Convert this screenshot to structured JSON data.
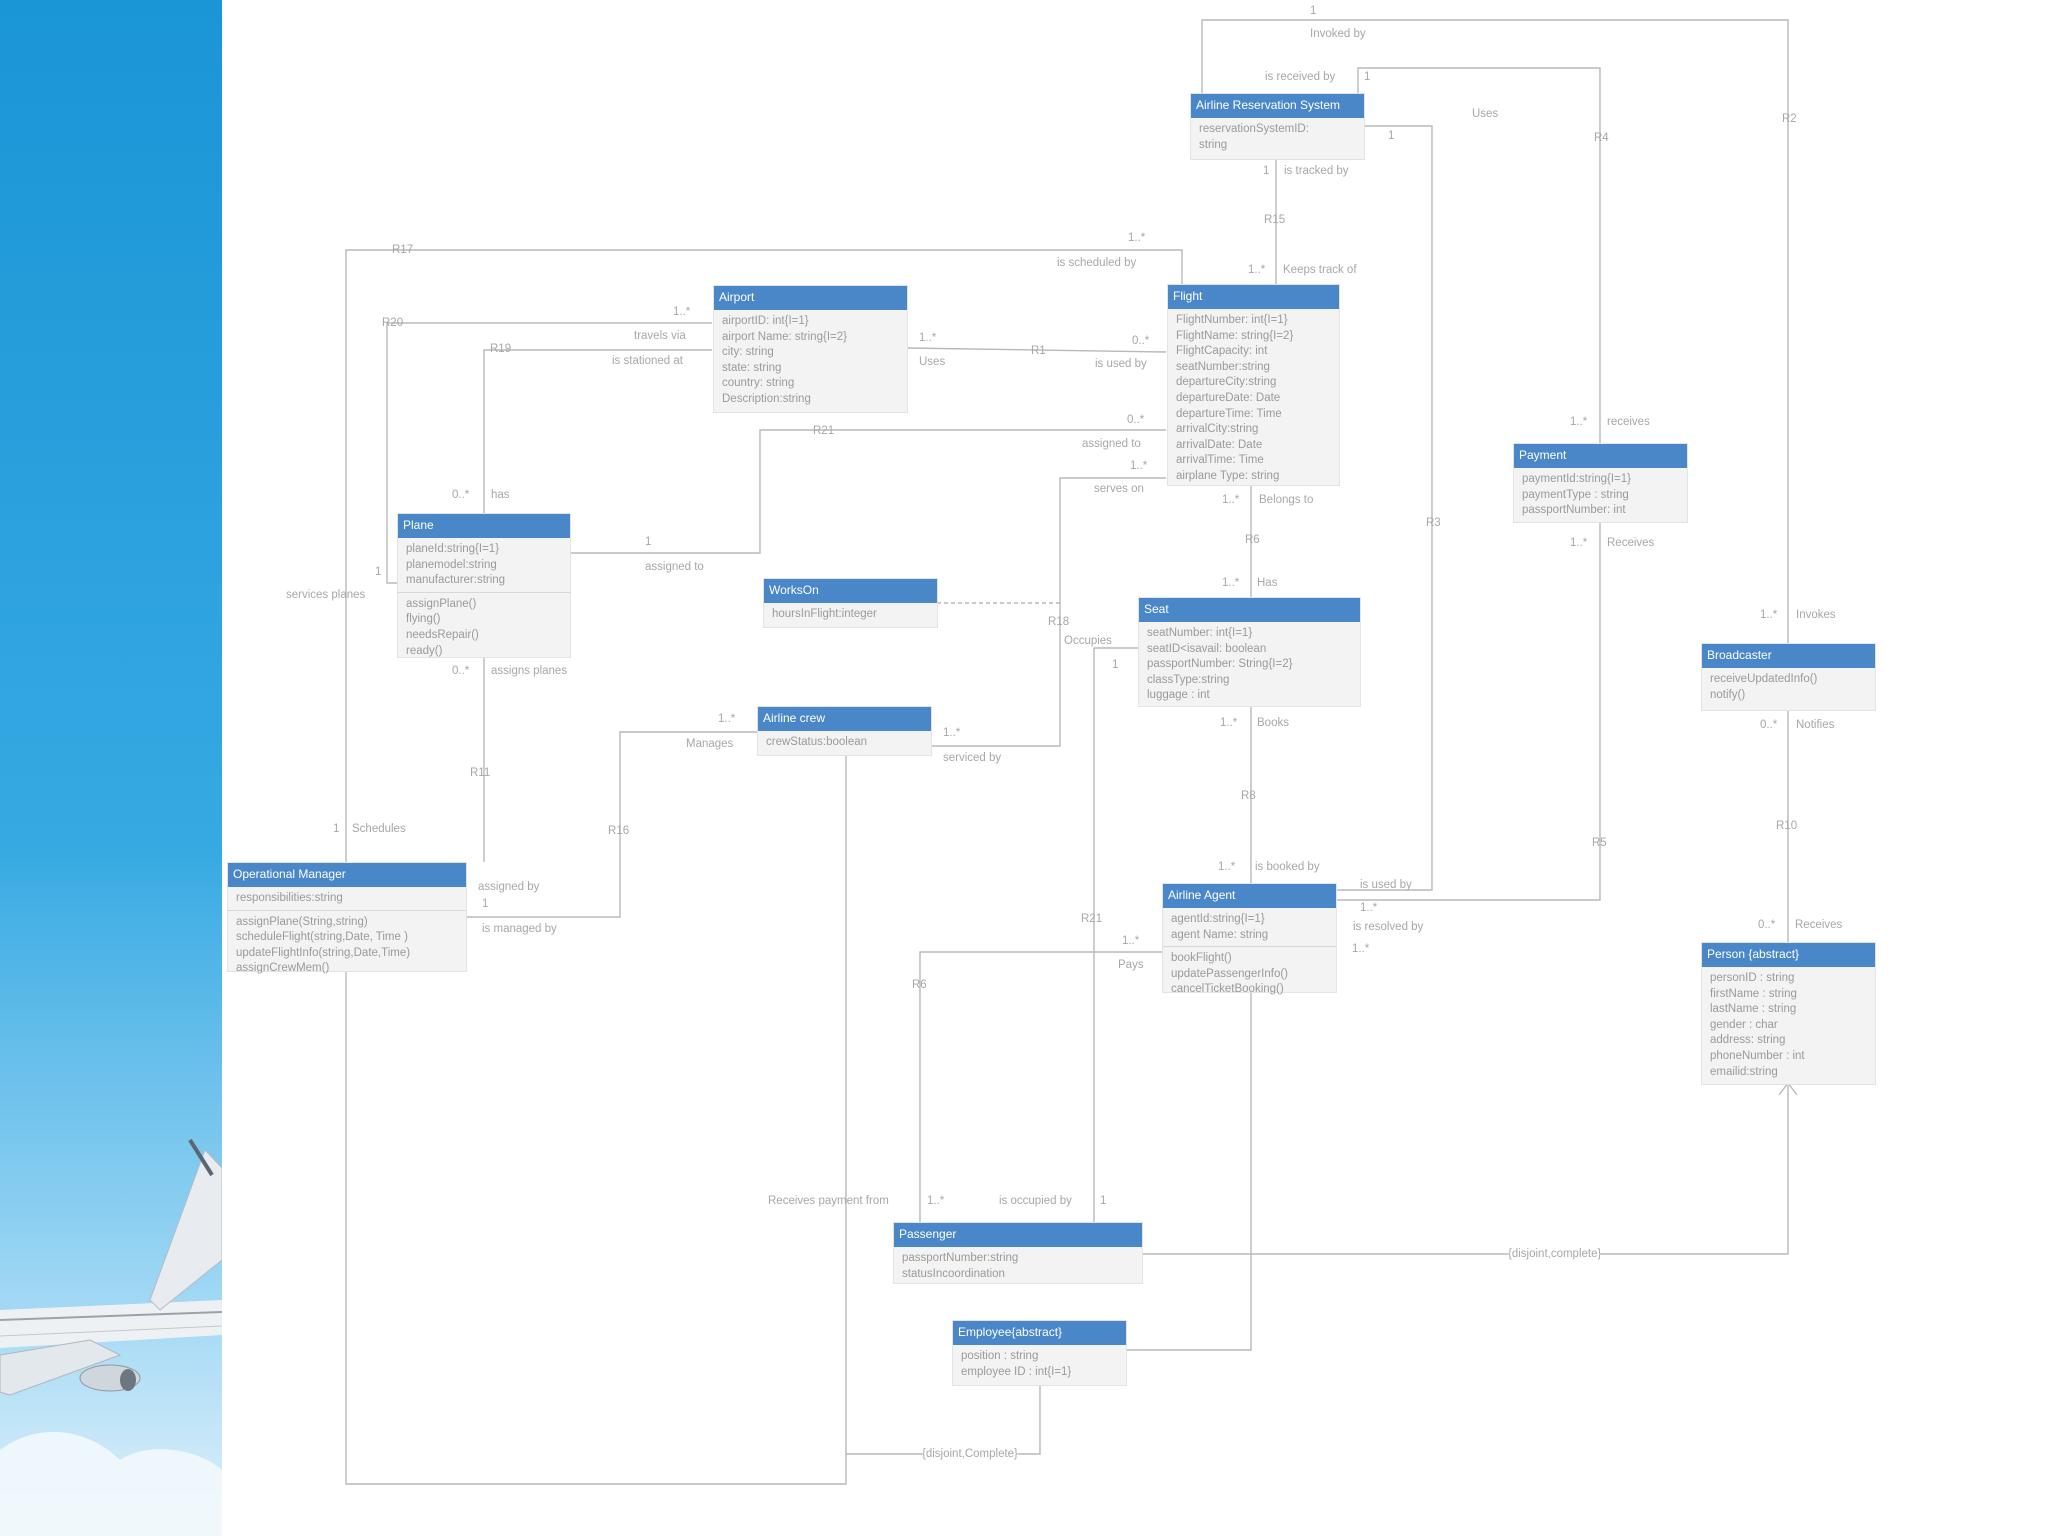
{
  "colors": {
    "class_header": "#4a87c8",
    "class_body": "#f3f3f3",
    "connector": "#b8b8b8",
    "label_text": "#a7a7a7",
    "sidebar_gradient_top": "#1a95d6",
    "sidebar_gradient_bottom": "#dff1fb"
  },
  "icons": {
    "sidebar_decoration": "airplane-icon"
  },
  "classes": {
    "airline_reservation_system": {
      "title": "Airline Reservation System",
      "attrs": [
        "reservationSystemID:",
        "string"
      ]
    },
    "airport": {
      "title": "Airport",
      "attrs": [
        "airportID: int{I=1}",
        "airport Name: string{I=2}",
        "city: string",
        "state: string",
        "country: string",
        "Description:string"
      ]
    },
    "flight": {
      "title": "Flight",
      "attrs": [
        "FlightNumber: int{I=1}",
        "FlightName: string{I=2}",
        "FlightCapacity: int",
        "seatNumber:string",
        "departureCity:string",
        "departureDate: Date",
        "departureTime: Time",
        "arrivalCity:string",
        "arrivalDate: Date",
        "arrivalTime: Time",
        "airplane Type: string"
      ]
    },
    "payment": {
      "title": "Payment",
      "attrs": [
        "paymentId:string{I=1}",
        "paymentType : string",
        "passportNumber: int"
      ]
    },
    "plane": {
      "title": "Plane",
      "attrs": [
        "planeId:string{I=1}",
        "planemodel:string",
        "manufacturer:string"
      ],
      "ops": [
        "assignPlane()",
        "flying()",
        "needsRepair()",
        "ready()"
      ]
    },
    "works_on": {
      "title": "WorksOn",
      "attrs": [
        "hoursInFlight:integer"
      ]
    },
    "seat": {
      "title": "Seat",
      "attrs": [
        "seatNumber: int{I=1}",
        "seatID<isavail: boolean",
        "passportNumber: String{I=2}",
        "classType:string",
        "luggage : int"
      ]
    },
    "broadcaster": {
      "title": "Broadcaster",
      "attrs": [
        "receiveUpdatedInfo()",
        "notify()"
      ]
    },
    "airline_crew": {
      "title": "Airline crew",
      "attrs": [
        "crewStatus:boolean"
      ]
    },
    "operational_manager": {
      "title": "Operational Manager",
      "attrs": [
        "responsibilities:string"
      ],
      "ops": [
        "assignPlane(String,string)",
        "scheduleFlight(string,Date, Time )",
        "updateFlightInfo(string,Date,Time)",
        "assignCrewMem()"
      ]
    },
    "airline_agent": {
      "title": "Airline Agent",
      "attrs": [
        "agentId:string{I=1}",
        "agent Name: string"
      ],
      "ops": [
        "bookFlight()",
        "updatePassengerInfo()",
        "cancelTicketBooking()"
      ]
    },
    "person": {
      "title": "Person {abstract}",
      "attrs": [
        "personID : string",
        "firstName : string",
        "lastName : string",
        "gender : char",
        "address: string",
        "phoneNumber : int",
        "emailid:string"
      ]
    },
    "passenger": {
      "title": "Passenger",
      "attrs": [
        "passportNumber:string",
        "statusIncoordination"
      ]
    },
    "employee": {
      "title": "Employee{abstract}",
      "attrs": [
        "position : string",
        "employee ID : int{I=1}"
      ]
    }
  },
  "labels": {
    "m_1_top": "1",
    "invoked_by": "Invoked by",
    "is_received_by": "is received by",
    "m_1_recv": "1",
    "uses_top": "Uses",
    "r4": "R4",
    "r2": "R2",
    "m_1_ars": "1",
    "m_1_tracked": "1",
    "is_tracked_by": "is tracked by",
    "r15": "R15",
    "m_1n_keeps": "1..*",
    "keeps_track_of": "Keeps track of",
    "r17": "R17",
    "m_1n_sched": "1..*",
    "is_scheduled_by": "is scheduled by",
    "r20": "R20",
    "m_1n_airport": "1..*",
    "travels_via": "travels via",
    "r19": "R19",
    "is_stationed_at": "is stationed at",
    "m_1n_uses": "1..*",
    "uses_lbl": "Uses",
    "r1": "R1",
    "m_0n_used": "0..*",
    "is_used_by": "is used by",
    "r21a": "R21",
    "m_0n_assigned": "0..*",
    "assigned_to_a": "assigned to",
    "m_1n_serves": "1..*",
    "serves_on": "serves on",
    "m_1_recv_pay": "1..*",
    "receives_pay": "receives",
    "m_0n_plane": "0..*",
    "has_plane": "has",
    "m_1_plane": "1",
    "assigned_to_b": "assigned to",
    "services_planes": "services planes",
    "m_1_services": "1",
    "m_1n_belongs": "1..*",
    "belongs_to": "Belongs to",
    "r6a": "R6",
    "m_1n_has": "1..*",
    "has_seat": "Has",
    "m_1n_receives2": "1..*",
    "receives2": "Receives",
    "r3": "R3",
    "r18": "R18",
    "occupies": "Occupies",
    "m_1_occ": "1",
    "m_1n_invokes": "1..*",
    "invokes": "Invokes",
    "m_0n_assigns": "0..*",
    "assigns_planes": "assigns planes",
    "m_1n_manages": "1..*",
    "manages": "Manages",
    "m_1n_serviced": "1..*",
    "serviced_by": "serviced by",
    "m_1n_books": "1..*",
    "books": "Books",
    "m_0n_notifies": "0..*",
    "notifies": "Notifies",
    "r11": "R11",
    "r16": "R16",
    "r8": "R8",
    "r10": "R10",
    "r5": "R5",
    "m_1_schedules": "1",
    "schedules": "Schedules",
    "m_1n_booked": "1..*",
    "is_booked_by": "is booked by",
    "is_used_by2": "is used by",
    "assigned_by": "assigned by",
    "m_1_assigned_by": "1",
    "is_managed_by": "is managed by",
    "m_1n_resolved": "1..*",
    "is_resolved_by": "is resolved by",
    "m_1n_agent2": "1..*",
    "m_0n_receives3": "0..*",
    "receives3": "Receives",
    "r21b": "R21",
    "m_1n_pays": "1..*",
    "pays": "Pays",
    "r6b": "R6",
    "receives_payment_from": "Receives payment from",
    "m_1n_rpf": "1..*",
    "is_occupied_by": "is occupied by",
    "m_1_occby": "1",
    "disjoint_complete_right": "{disjoint,complete}",
    "disjoint_complete_bottom": "{disjoint,Complete}"
  }
}
